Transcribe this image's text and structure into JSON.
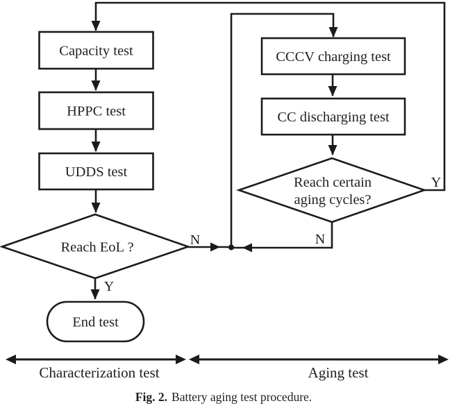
{
  "colors": {
    "stroke": "#1b1b1b",
    "text": "#1f1f1f",
    "background": "#ffffff"
  },
  "nodes": {
    "capacity": {
      "label": "Capacity test"
    },
    "hppc": {
      "label": "HPPC test"
    },
    "udds": {
      "label": "UDDS test"
    },
    "eol": {
      "label": "Reach EoL ?"
    },
    "end": {
      "label": "End test"
    },
    "cccv": {
      "label": "CCCV charging test"
    },
    "ccdischarge": {
      "label": "CC discharging test"
    },
    "aging": {
      "label_line1": "Reach certain",
      "label_line2": "aging cycles?"
    }
  },
  "edge_labels": {
    "eol_no": "N",
    "eol_yes": "Y",
    "aging_no": "N",
    "aging_yes": "Y"
  },
  "spans": {
    "characterization": "Characterization test",
    "aging": "Aging test"
  },
  "caption": {
    "prefix": "Fig. 2.",
    "text": "Battery aging test procedure."
  }
}
